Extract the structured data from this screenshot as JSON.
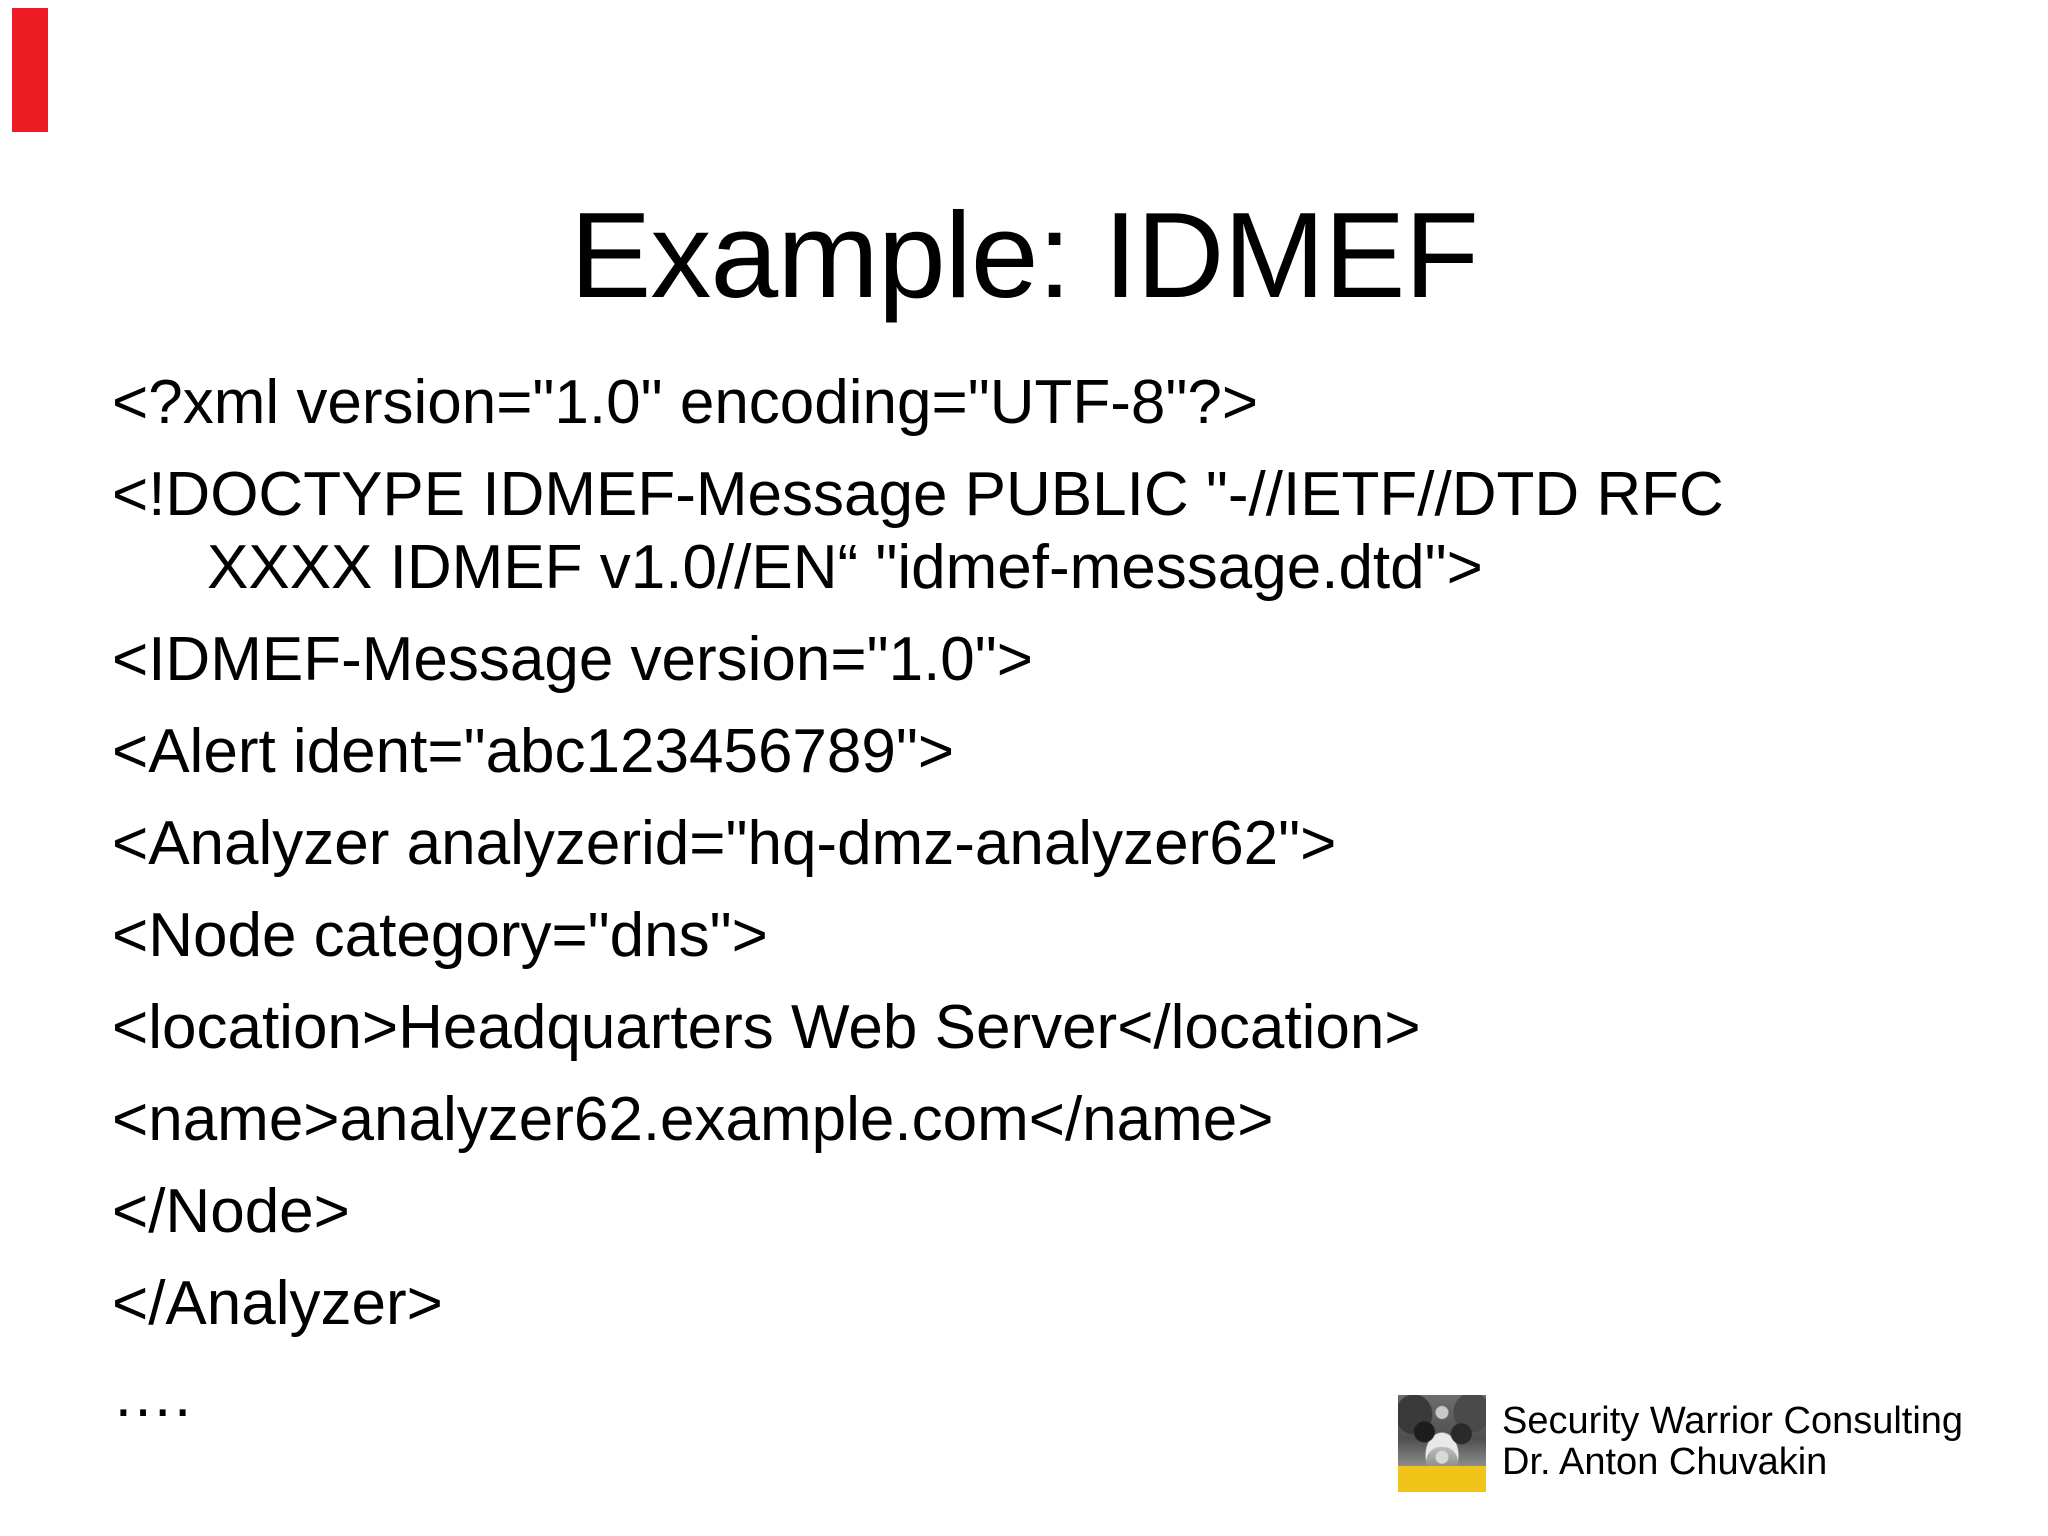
{
  "slide": {
    "title": "Example: IDMEF",
    "code_lines": [
      {
        "text": "<?xml version=\"1.0\" encoding=\"UTF-8\"?>"
      },
      {
        "text": "<!DOCTYPE IDMEF-Message PUBLIC \"-//IETF//DTD RFC"
      },
      {
        "text": "XXXX IDMEF v1.0//EN“ \"idmef-message.dtd\">"
      },
      {
        "text": "<IDMEF-Message version=\"1.0\">"
      },
      {
        "text": "<Alert ident=\"abc123456789\">"
      },
      {
        "text": "<Analyzer analyzerid=\"hq-dmz-analyzer62\">"
      },
      {
        "text": "<Node category=\"dns\">"
      },
      {
        "text": "<location>Headquarters Web Server</location>"
      },
      {
        "text": "<name>analyzer62.example.com</name>"
      },
      {
        "text": "</Node>"
      },
      {
        "text": "</Analyzer>"
      },
      {
        "text": "…."
      }
    ],
    "footer": {
      "company": "Security Warrior Consulting",
      "author": "Dr. Anton Chuvakin"
    },
    "colors": {
      "accent_red": "#ee1c25",
      "logo_yellow": "#f0c419",
      "text": "#000000",
      "background": "#ffffff"
    }
  }
}
